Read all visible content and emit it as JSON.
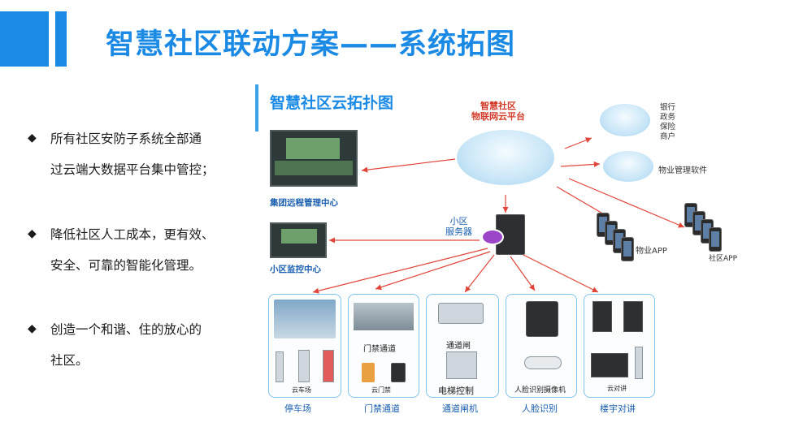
{
  "header": {
    "title": "智慧社区联动方案——系统拓图"
  },
  "bullets": [
    {
      "mark": "◆",
      "line1": "所有社区安防子系统全部通",
      "line2": "过云端大数据平台集中管控；"
    },
    {
      "mark": "◆",
      "line1": "降低社区人工成本，更有效、",
      "line2": "安全、可靠的智能化管理。"
    },
    {
      "mark": "◆",
      "line1": "创造一个和谐、住的放心的",
      "line2": "社区。"
    }
  ],
  "diagram": {
    "title": "智慧社区云拓扑图",
    "cloud_platform": {
      "line1": "智慧社区",
      "line2": "物联网云平台"
    },
    "bank_list": [
      "银行",
      "政务",
      "保险",
      "商户"
    ],
    "property_software": "物业管理软件",
    "group_center": "集团远程管理中心",
    "community_monitor": "小区监控中心",
    "community_server": {
      "line1": "小区",
      "line2": "服务器"
    },
    "property_app": "物业APP",
    "community_app": "社区APP",
    "subsystems": [
      {
        "name": "停车场",
        "inner": "云车场"
      },
      {
        "name": "门禁通道",
        "inner_top": "门禁通道",
        "inner": "云门禁"
      },
      {
        "name": "通道闸机",
        "inner_top": "通道闸",
        "inner": "电梯控制"
      },
      {
        "name": "人脸识别",
        "inner": "人脸识别摄像机"
      },
      {
        "name": "楼宇对讲",
        "inner": "云对讲"
      }
    ],
    "colors": {
      "accent": "#1a8ae5",
      "arrow": "#e0453a",
      "label_blue": "#1a5fb0",
      "label_red": "#d23b2a"
    }
  }
}
